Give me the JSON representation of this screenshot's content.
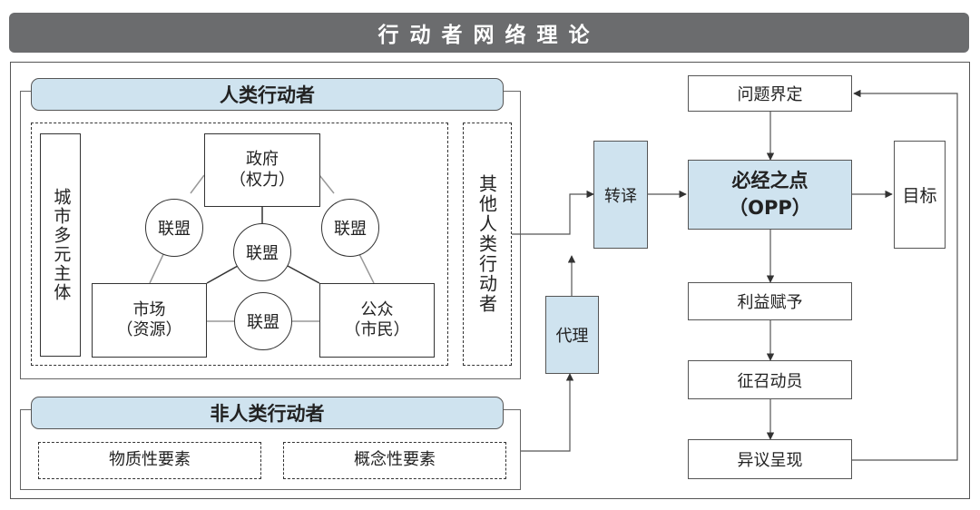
{
  "title": "行动者网络理论",
  "human": {
    "header": "人类行动者",
    "city_actor": "城市多元主体",
    "other_actor": "其他人类行动者",
    "government": {
      "line1": "政府",
      "line2": "（权力）"
    },
    "market": {
      "line1": "市场",
      "line2": "（资源）"
    },
    "public": {
      "line1": "公众",
      "line2": "（市民）"
    },
    "alliance": "联盟"
  },
  "nonhuman": {
    "header": "非人类行动者",
    "material": "物质性要素",
    "conceptual": "概念性要素"
  },
  "process": {
    "translation": "转译",
    "agency": "代理",
    "opp_line1": "必经之点",
    "opp_line2": "（OPP）",
    "goal": "目标",
    "problematization": "问题界定",
    "interessement": "利益赋予",
    "enrolment": "征召动员",
    "dissidence": "异议呈现"
  }
}
